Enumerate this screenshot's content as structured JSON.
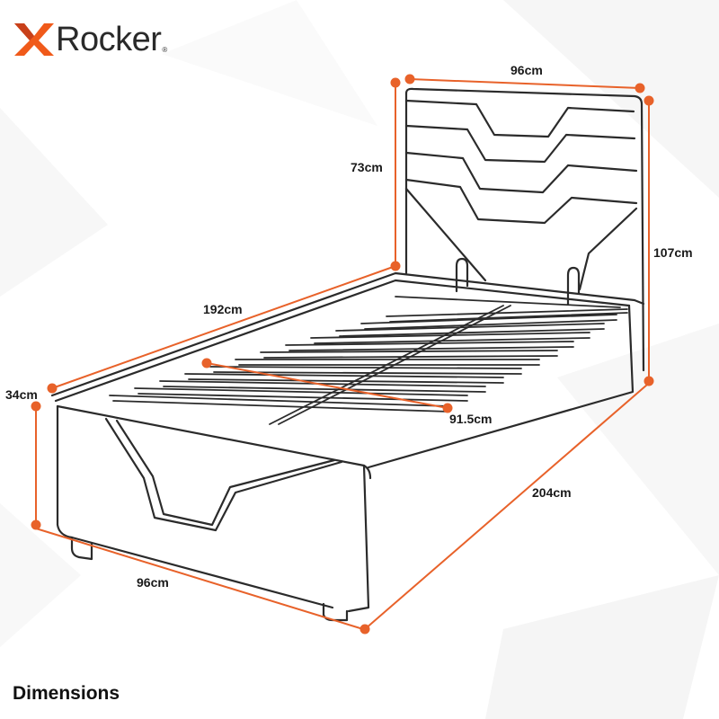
{
  "brand": {
    "name": "Rocker",
    "registered": "®",
    "accent_color": "#f05a1a",
    "icon": "x-logo-icon"
  },
  "dimensions": {
    "headboard_width": "96cm",
    "headboard_height": "73cm",
    "total_height": "107cm",
    "side_length": "192cm",
    "frame_height": "34cm",
    "inner_width": "91.5cm",
    "total_length": "204cm",
    "foot_width": "96cm"
  },
  "caption": "Dimensions",
  "colors": {
    "line_art": "#2b2b2b",
    "dimension_line": "#e8622a",
    "dimension_dot": "#e8622a"
  }
}
